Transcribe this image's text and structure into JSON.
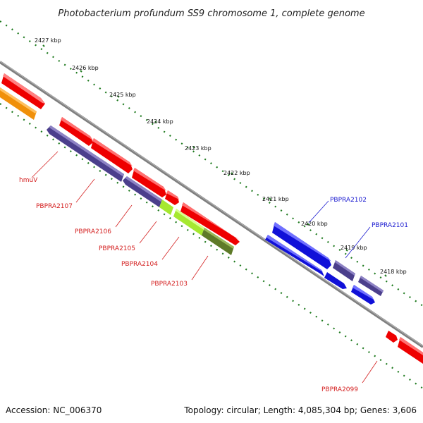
{
  "map": {
    "title": "Photobacterium profundum SS9 chromosome 1, complete genome",
    "accession": "Accession: NC_006370",
    "topology": "Topology: circular; Length: 4,085,304 bp; Genes: 3,606"
  },
  "ticks": [
    "2427 kbp",
    "2426 kbp",
    "2425 kbp",
    "2424 kbp",
    "2423 kbp",
    "2422 kbp",
    "2421 kbp",
    "2420 kbp",
    "2419 kbp",
    "2418 kbp"
  ],
  "gene_labels": [
    {
      "name": "hmuV",
      "color": "#d42020"
    },
    {
      "name": "PBPRA2107",
      "color": "#d42020"
    },
    {
      "name": "PBPRA2106",
      "color": "#d42020"
    },
    {
      "name": "PBPRA2105",
      "color": "#d42020"
    },
    {
      "name": "PBPRA2104",
      "color": "#d42020"
    },
    {
      "name": "PBPRA2103",
      "color": "#d42020"
    },
    {
      "name": "PBPRA2102",
      "color": "#1a1ad0"
    },
    {
      "name": "PBPRA2101",
      "color": "#1a1ad0"
    },
    {
      "name": "PBPRA2099",
      "color": "#d42020"
    }
  ],
  "colors": {
    "backbone": "#888888",
    "tick_dots": "#1e7a1e",
    "gene_red": "#ee0000",
    "gene_blue": "#1010d8",
    "gene_purple": "#4b3f8c",
    "gene_lime": "#a6e830",
    "gene_olive": "#5e7a28",
    "gene_orange": "#f0900a"
  }
}
